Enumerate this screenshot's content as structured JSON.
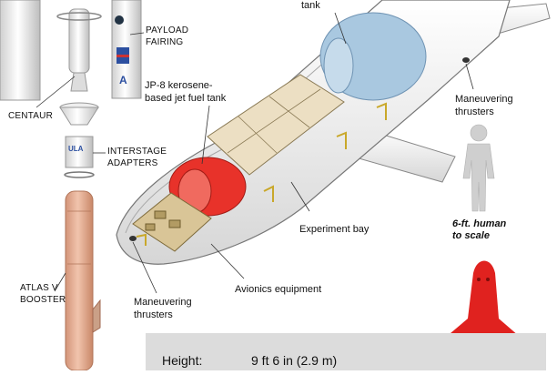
{
  "labels": {
    "tank_top": "tank",
    "payload_fairing_1": "PAYLOAD",
    "payload_fairing_2": "FAIRING",
    "centaur": "CENTAUR",
    "jp8_1": "JP-8 kerosene-",
    "jp8_2": "based jet fuel tank",
    "interstage_1": "INTERSTAGE",
    "interstage_2": "ADAPTERS",
    "maneuvering_right_1": "Maneuvering",
    "maneuvering_right_2": "thrusters",
    "human_1": "6-ft. human",
    "human_2": "to scale",
    "experiment_bay": "Experiment bay",
    "atlas_1": "ATLAS V",
    "atlas_2": "BOOSTER",
    "avionics": "Avionics equipment",
    "maneuvering_left_1": "Maneuvering",
    "maneuvering_left_2": "thrusters"
  },
  "specs": {
    "height_label": "Height:",
    "height_value": "9 ft 6 in (2.9 m)"
  },
  "colors": {
    "booster": "#e8b49a",
    "fuel_tank": "#e8322a",
    "oxidizer_tank": "#a9c8e0",
    "shuttle_red": "#e0221f",
    "panel": "#dcdcdc"
  }
}
